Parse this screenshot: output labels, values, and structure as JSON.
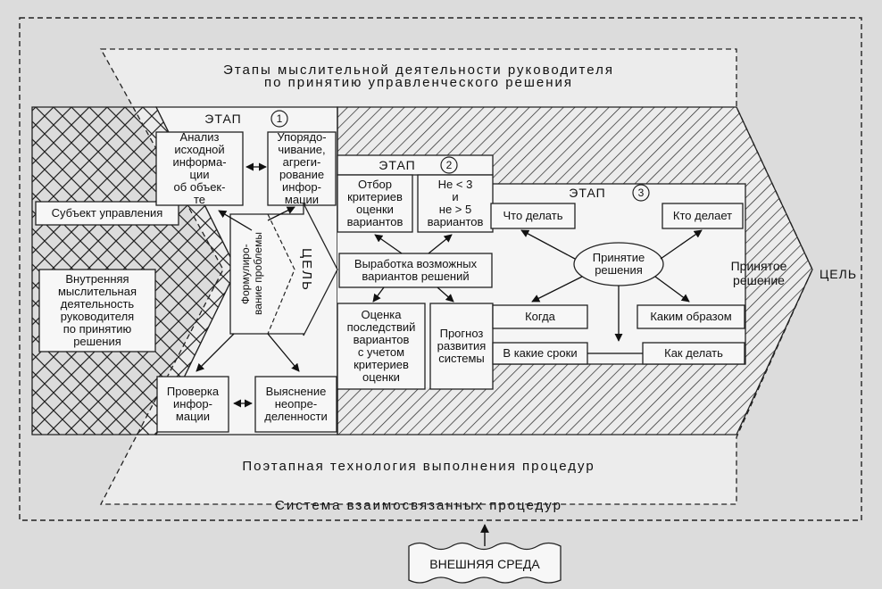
{
  "header": {
    "line1": "Этапы мыслительной деятельности руководителя",
    "line2": "по принятию управленческого решения"
  },
  "footer": {
    "technology": "Поэтапная технология выполнения процедур",
    "system": "Система взаимосвязанных процедур",
    "environment": "ВНЕШНЯЯ СРЕДА"
  },
  "left": {
    "subject": "Субъект управления",
    "internal": "Внутренняя\nмыслительная\nдеятельность\nруководителя\nпо принятию\nрешения"
  },
  "stage1": {
    "title": "ЭТАП",
    "num": "1",
    "analysis": "Анализ\nисходной\nинформа-\nции\nоб объек-\nте",
    "ordering": "Упорядо-\nчивание,\nагреги-\nрование\nинфор-\nмации",
    "formulation": "Формулиро-\nвание проблемы",
    "goal": "ЦЕЛЬ",
    "check": "Проверка\nинфор-\nмации",
    "clarify": "Выяснение\nнеопре-\nделенности"
  },
  "stage2": {
    "title": "ЭТАП",
    "num": "2",
    "selection": "Отбор\nкритериев\nоценки\nвариантов",
    "limits": "Не < 3\nи\nне > 5\nвариантов",
    "development": "Выработка возможных\nвариантов решений",
    "evaluation": "Оценка\nпоследствий\nвариантов\nс учетом\nкритериев\nоценки",
    "forecast": "Прогноз\nразвития\nсистемы"
  },
  "stage3": {
    "title": "ЭТАП",
    "num": "3",
    "what": "Что делать",
    "who": "Кто делает",
    "decision": "Принятие\nрешения",
    "when": "Когда",
    "manner": "Каким образом",
    "terms": "В какие сроки",
    "how": "Как делать",
    "accepted": "Принятое\nрешение",
    "goal": "ЦЕЛЬ"
  }
}
